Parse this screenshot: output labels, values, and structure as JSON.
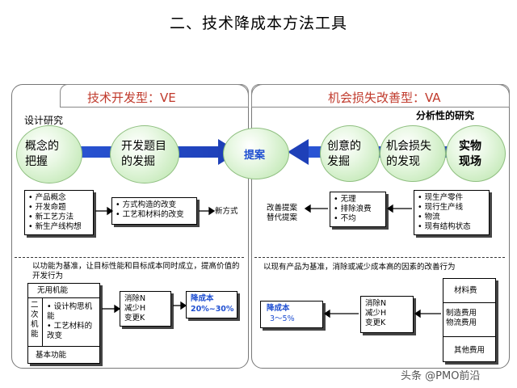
{
  "title": "二、技术降成本方法工具",
  "left": {
    "header": "技术开发型：VE",
    "subheading": "设计研究",
    "circles": [
      "概念的\n把握",
      "开发题目\n的发掘"
    ],
    "box1_items": [
      "产品概念",
      "开发命题",
      "新工艺方法",
      "新生产线构想"
    ],
    "box2_items": [
      "方式构造的改变",
      "工艺和材料的改变"
    ],
    "result": "新方式",
    "note": "以功能为基准，让目标性能和目标成本同时成立，提高价值的开发行为",
    "func_useless": "无用机能",
    "func_secondary": "二\n次\n机\n能",
    "func_items": [
      "设计构思机能",
      "工艺材料的改变"
    ],
    "func_basic": "基本功能",
    "nmk": "消除N\n减少H\n变更K",
    "cost_title": "降成本",
    "cost_value": "20%~30%"
  },
  "center": {
    "label": "提案"
  },
  "right": {
    "header": "机会损失改善型：VA",
    "subheading": "分析性的研究",
    "circles": [
      "创意的\n发掘",
      "机会损失\n的发现",
      "实物\n现场"
    ],
    "box1_items": [
      "无理",
      "排除浪费",
      "不均"
    ],
    "box2_items": [
      "现生产零件",
      "现行生产线",
      "物流",
      "现有结构状态"
    ],
    "result": "改善提案\n替代提案",
    "note": "以现有产品为基准，消除或减少成本高的因素的改善行为",
    "nmk": "消除N\n减少H\n变更K",
    "cost_title": "降成本",
    "cost_value": "3～5%",
    "cost_items": [
      "材料费",
      "制造费用\n物流费用",
      "其他费用"
    ]
  },
  "watermark": "头条 @PMO前沿",
  "colors": {
    "header_red": "#c0392b",
    "arrow_blue": "#1f4fd1",
    "circle_green": "#b7e4a8"
  }
}
